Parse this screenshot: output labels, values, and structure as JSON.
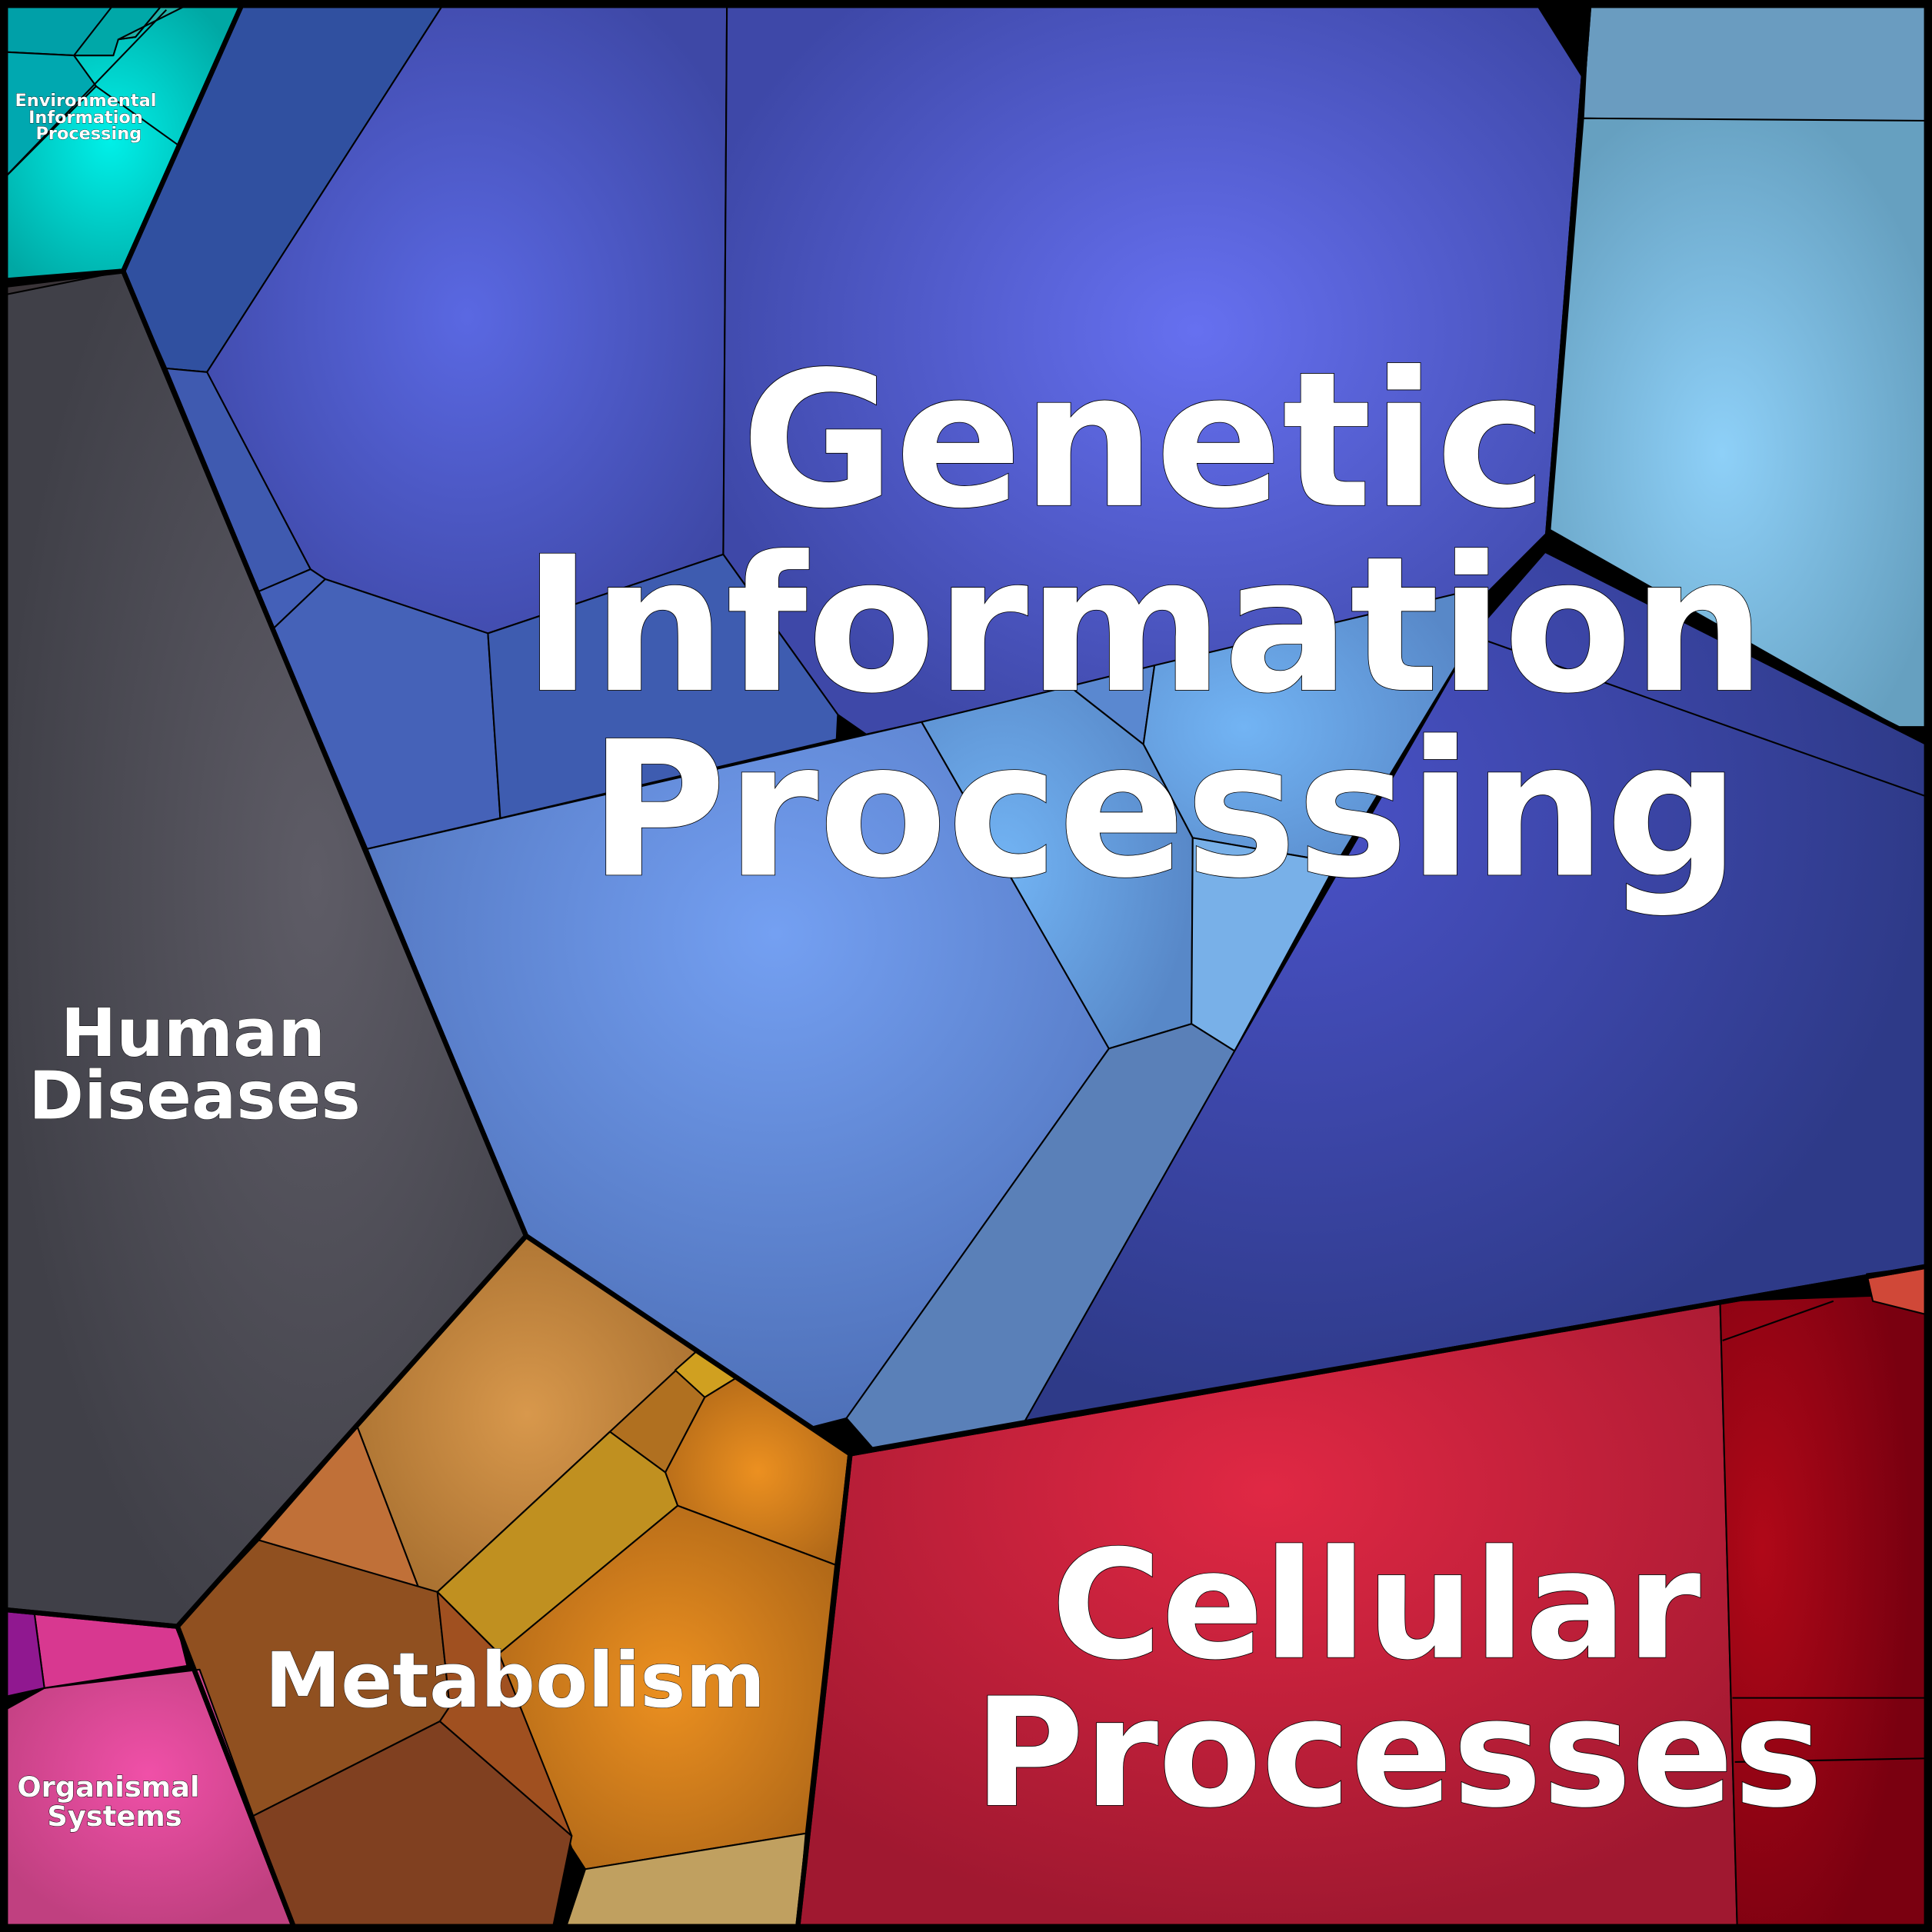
{
  "diagram": {
    "type": "voronoi-treemap",
    "categories": [
      {
        "id": "genetic",
        "lines": [
          "Genetic",
          "Information",
          "Processing"
        ],
        "color": "#5a66e0"
      },
      {
        "id": "cellular",
        "lines": [
          "Cellular",
          "Processes"
        ],
        "color": "#c8203c"
      },
      {
        "id": "human",
        "lines": [
          "Human",
          "Diseases"
        ],
        "color": "#55545c"
      },
      {
        "id": "metabolism",
        "lines": [
          "Metabolism"
        ],
        "color": "#d08a30"
      },
      {
        "id": "organismal",
        "lines": [
          "Organismal",
          "Systems"
        ],
        "color": "#d84a98"
      },
      {
        "id": "environmental",
        "lines": [
          "Environmental",
          "Information",
          "Processing"
        ],
        "color": "#00d8d0"
      }
    ]
  }
}
